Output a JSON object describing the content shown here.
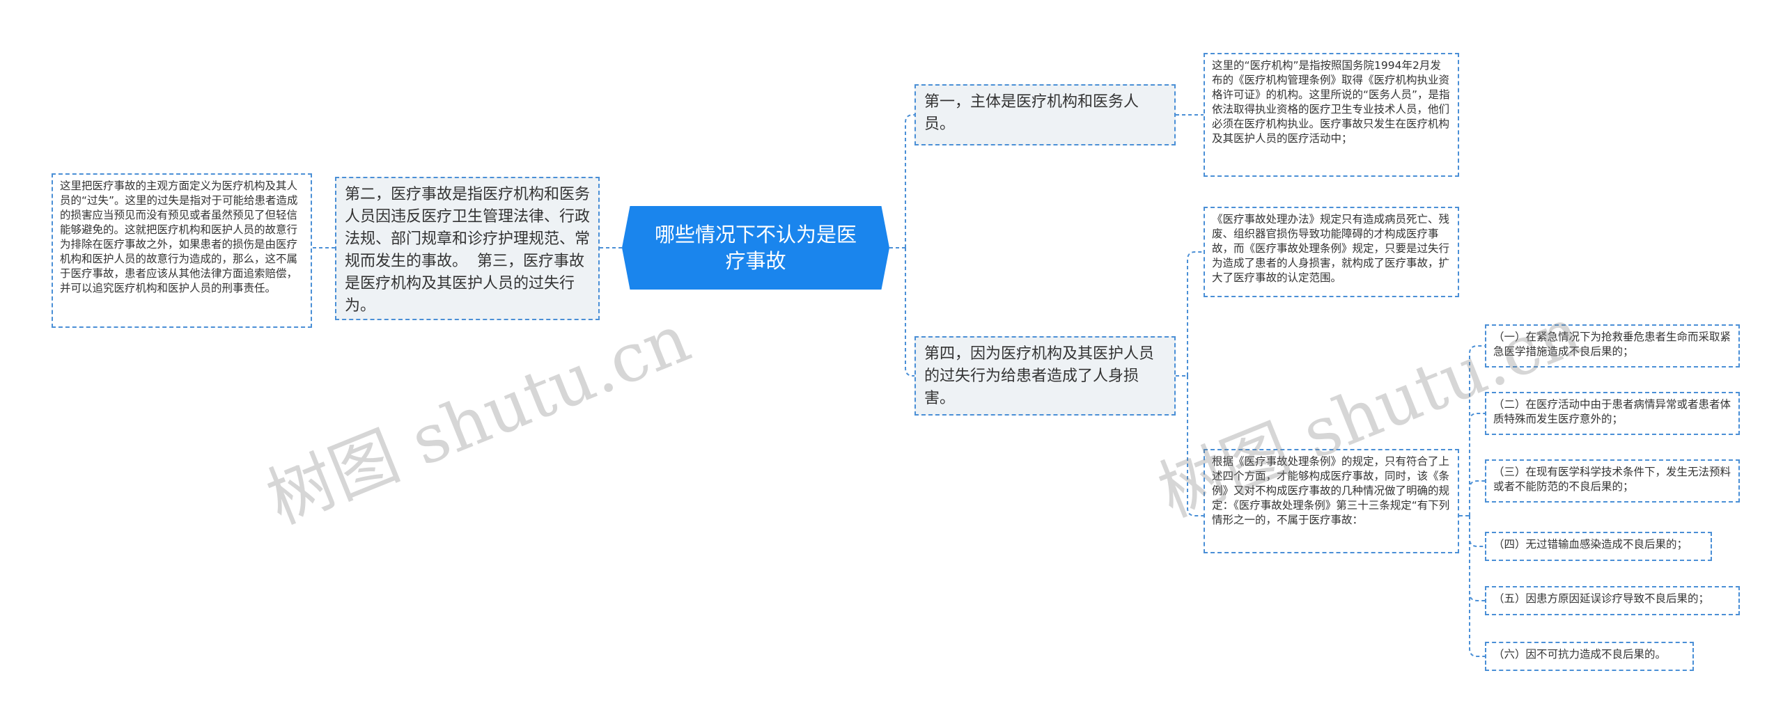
{
  "central": "哪些情况下不认为是医疗事故",
  "left": {
    "branch": "第二，医疗事故是指医疗机构和医务人员因违反医疗卫生管理法律、行政法规、部门规章和诊疗护理规范、常规而发生的事故。  第三，医疗事故是医疗机构及其医护人员的过失行为。",
    "detail": "这里把医疗事故的主观方面定义为医疗机构及其人员的“过失”。这里的过失是指对于可能给患者造成的损害应当预见而没有预见或者虽然预见了但轻信能够避免的。这就把医疗机构和医护人员的故意行为排除在医疗事故之外，如果患者的损伤是由医疗机构和医护人员的故意行为造成的，那么，这不属于医疗事故，患者应该从其他法律方面追索赔偿，并可以追究医疗机构和医护人员的刑事责任。"
  },
  "right": {
    "branch1": {
      "label": "第一，主体是医疗机构和医务人员。",
      "detail": "这里的“医疗机构”是指按照国务院1994年2月发布的《医疗机构管理条例》取得《医疗机构执业资格许可证》的机构。这里所说的“医务人员”，是指依法取得执业资格的医疗卫生专业技术人员，他们必须在医疗机构执业。医疗事故只发生在医疗机构及其医护人员的医疗活动中；"
    },
    "branch2": {
      "label": "第四，因为医疗机构及其医护人员的过失行为给患者造成了人身损害。",
      "detail1": "《医疗事故处理办法》规定只有造成病员死亡、残废、组织器官损伤导致功能障碍的才构成医疗事故，而《医疗事故处理条例》规定，只要是过失行为造成了患者的人身损害，就构成了医疗事故，扩大了医疗事故的认定范围。",
      "detail2": "根据《医疗事故处理条例》的规定，只有符合了上述四个方面，才能够构成医疗事故，同时，该《条例》又对不构成医疗事故的几种情况做了明确的规定：《医疗事故处理条例》第三十三条规定“有下列情形之一的，不属于医疗事故：",
      "items": [
        "（一）在紧急情况下为抢救垂危患者生命而采取紧急医学措施造成不良后果的；",
        "（二）在医疗活动中由于患者病情异常或者患者体质特殊而发生医疗意外的；",
        "（三）在现有医学科学技术条件下，发生无法预料或者不能防范的不良后果的；",
        "（四）无过错输血感染造成不良后果的；",
        "（五）因患方原因延误诊疗导致不良后果的；",
        "（六）因不可抗力造成不良后果的。"
      ]
    }
  },
  "watermark": [
    "树图 shutu.cn",
    "树图 shutu.cn"
  ],
  "colors": {
    "central_bg": "#1a85ed",
    "line": "#4a8fd6",
    "branch_bg": "#eef2f5"
  }
}
